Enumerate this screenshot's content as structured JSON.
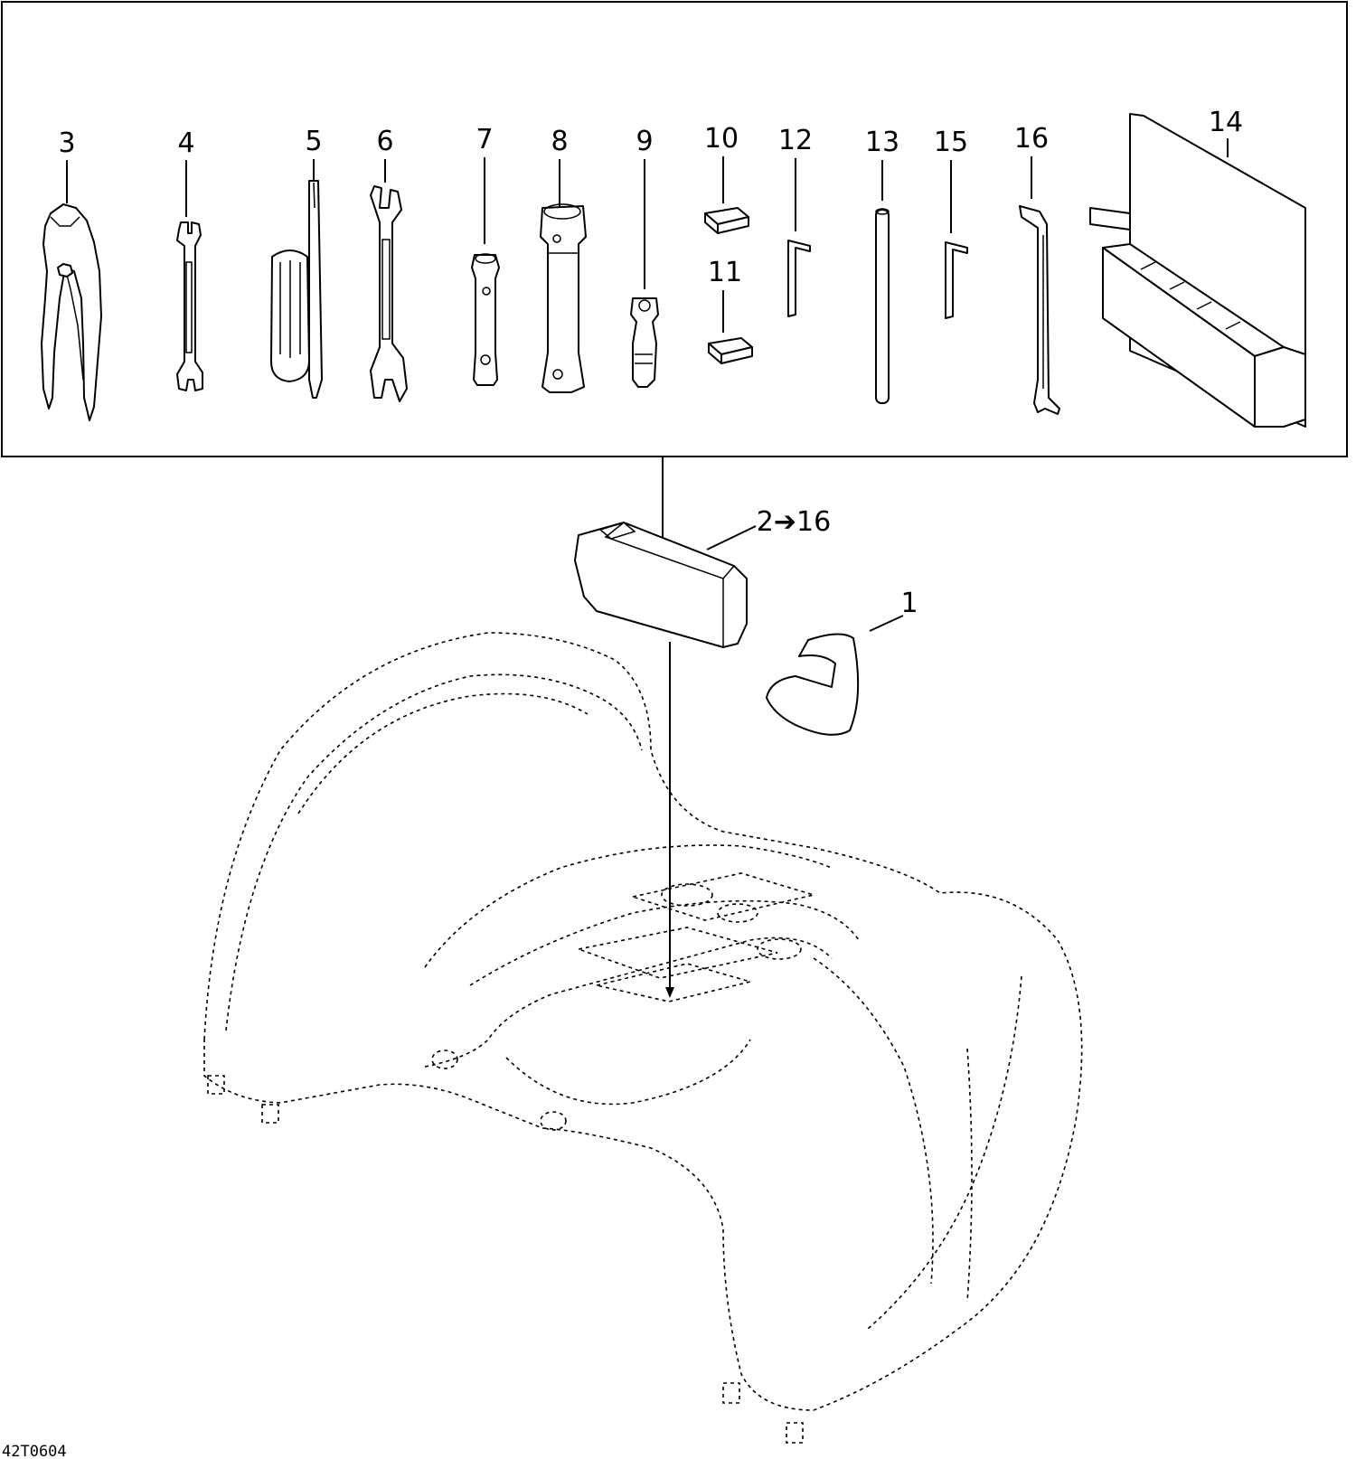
{
  "figure_code": "42T0604",
  "callouts": {
    "c1": "1",
    "c2_16": "2➔16",
    "c3": "3",
    "c4": "4",
    "c5": "5",
    "c6": "6",
    "c7": "7",
    "c8": "8",
    "c9": "9",
    "c10": "10",
    "c11": "11",
    "c12": "12",
    "c13": "13",
    "c14": "14",
    "c15": "15",
    "c16": "16"
  }
}
